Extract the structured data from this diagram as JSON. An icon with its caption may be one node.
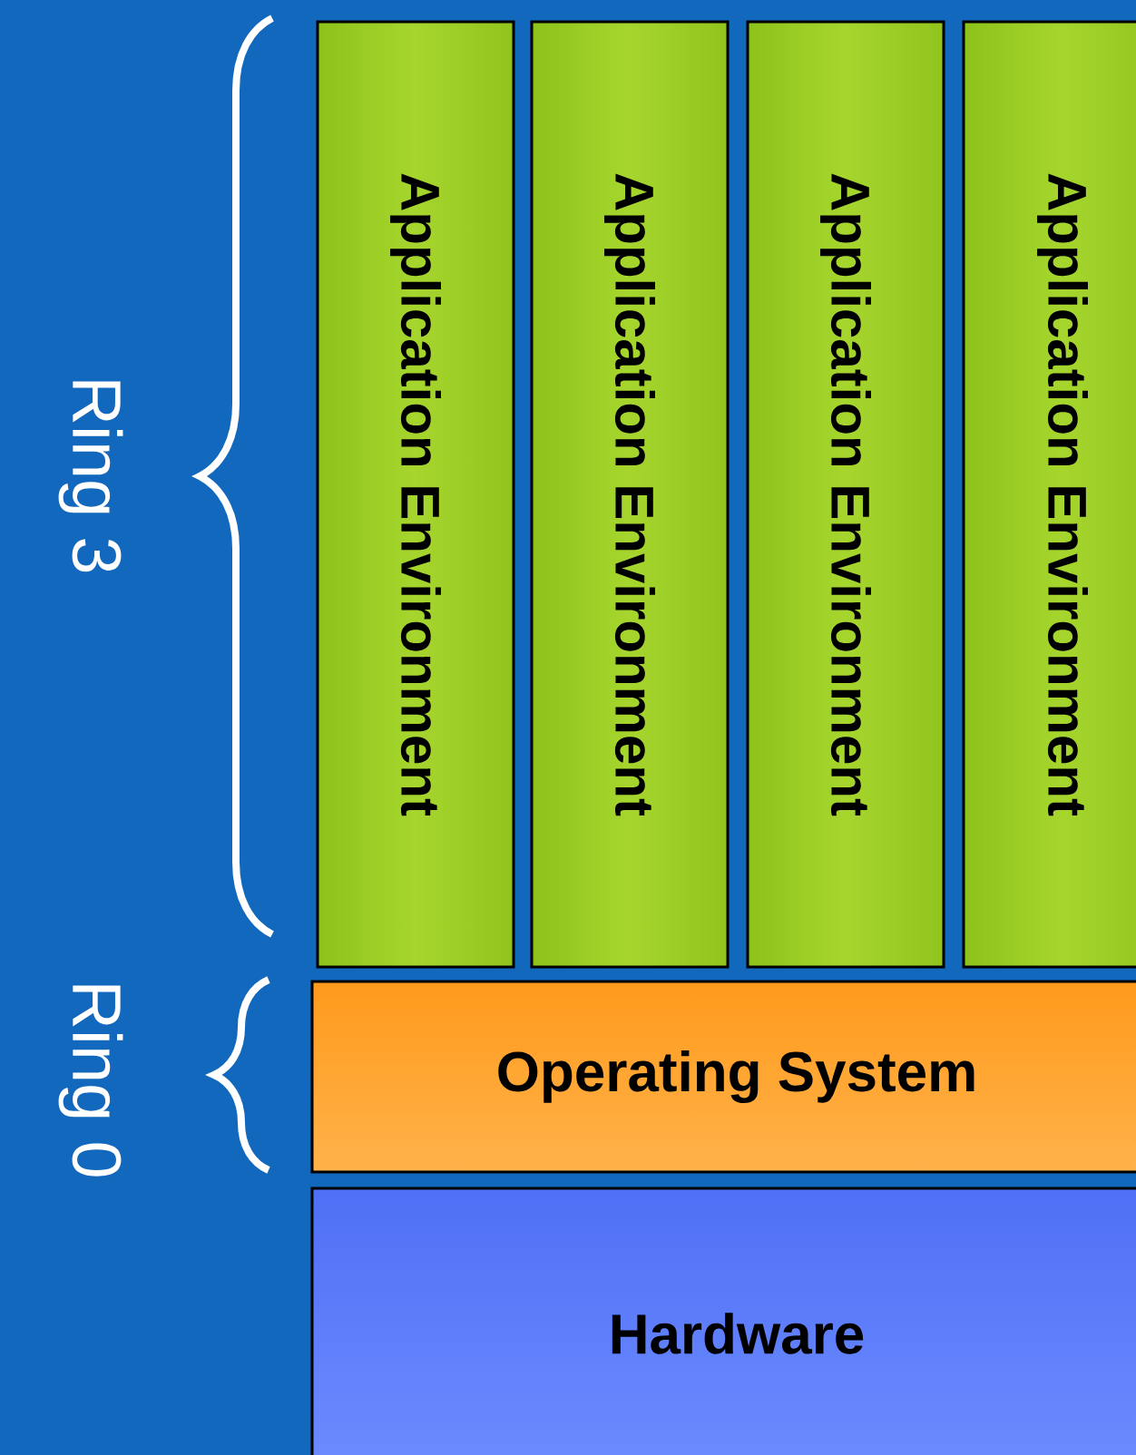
{
  "diagram": {
    "nodes": [
      {
        "text": [
          "Application Environment"
        ]
      },
      {
        "text": [
          "Application Environment"
        ]
      },
      {
        "text": [
          "Application Environment"
        ]
      },
      {
        "text": [
          "Application Environment"
        ]
      },
      {
        "text": [
          "Operating System"
        ]
      },
      {
        "text": [
          "Hardware"
        ]
      }
    ],
    "labels": [
      "Ring 3",
      "Ring 0"
    ]
  }
}
